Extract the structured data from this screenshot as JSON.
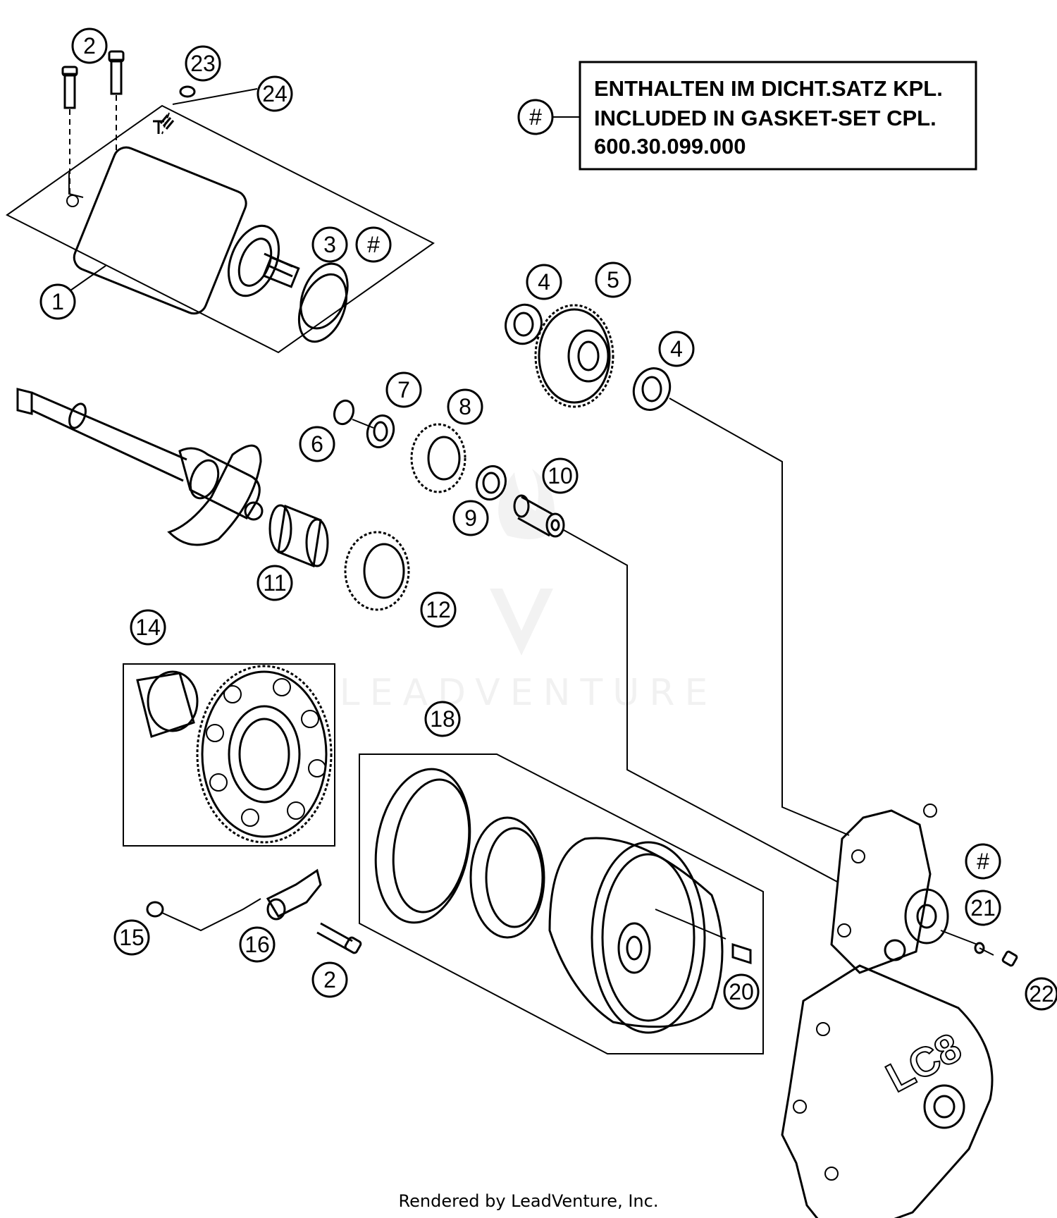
{
  "note_box": {
    "line1": "ENTHALTEN IM DICHT.SATZ KPL.",
    "line2": "INCLUDED IN GASKET-SET CPL.",
    "line3": "600.30.099.000",
    "marker": "#"
  },
  "callouts": {
    "c1": "1",
    "c2a": "2",
    "c2b": "2",
    "c3": "3",
    "c3hash": "#",
    "c4a": "4",
    "c4b": "4",
    "c5": "5",
    "c6": "6",
    "c7": "7",
    "c8": "8",
    "c9": "9",
    "c10": "10",
    "c11": "11",
    "c12": "12",
    "c14": "14",
    "c15": "15",
    "c16": "16",
    "c18": "18",
    "c20": "20",
    "c21": "21",
    "c21hash": "#",
    "c22": "22",
    "c23": "23",
    "c24": "24"
  },
  "cover_logo": "LC8",
  "watermark": "LEADVENTURE",
  "footer": "Rendered by LeadVenture, Inc."
}
